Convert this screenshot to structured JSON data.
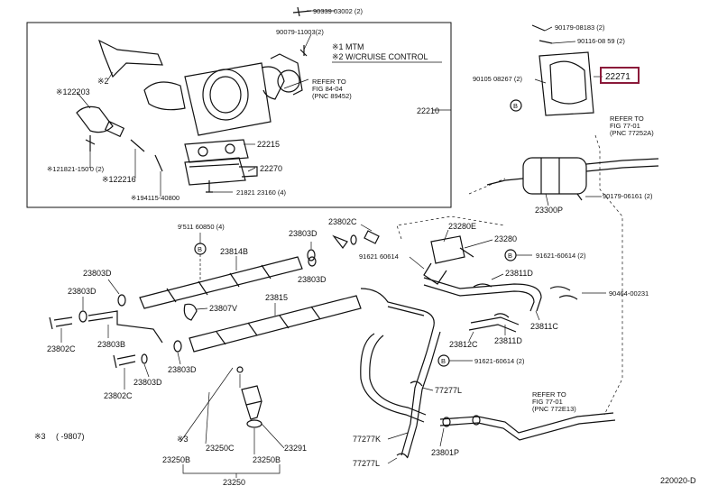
{
  "legend": {
    "note1": "※1 MTM",
    "note2": "※2 W/CRUISE CONTROL",
    "note3_prefix": "※3",
    "note3_range": "( -9807)"
  },
  "refs": {
    "ref1": [
      "REFER TO",
      "FIG 84-04",
      "(PNC 89452)"
    ],
    "ref2": [
      "REFER TO",
      "FIG 77-01",
      "(PNC 77252A)"
    ],
    "ref3": [
      "REFER TO",
      "FIG 77-01",
      "(PNC 772E13)"
    ]
  },
  "callouts": {
    "c90339": "90339 03002 (2)",
    "c90079": "90079-11003(2)",
    "c2": "※2",
    "c122203": "※122203",
    "c22210": "22210",
    "c22215": "22215",
    "c22270": "22270",
    "c121821": "※121821-150'0 (2)",
    "c122216": "※122216",
    "c194115": "※194115-40800",
    "c21821": "21821 23160 (4)",
    "c90179a": "90179-08183 (2)",
    "c90116": "90116-08 59 (2)",
    "c22271": "22271",
    "c90105": "90105 08267 (2)",
    "c90179b": "90179-06161 (2)",
    "c23300p": "23300P",
    "c9511": "9'511 60850 (4)",
    "c23814b": "23814B",
    "c23803d_a": "23803D",
    "c23802c_a": "23802C",
    "c23280e": "23280E",
    "c23280": "23280",
    "c91621a": "91621 60614",
    "c91621b": "91621-60614 (2)",
    "c23811d": "23811D",
    "c90464": "90464-00231",
    "c23803d_b": "23803D",
    "c23803d_c": "23803D",
    "c23803d_d": "23803D",
    "c23815": "23815",
    "c23807v": "23807V",
    "c23802c_b": "23802C",
    "c23803b": "23803B",
    "c23802c_c": "23802C",
    "c23803d_e": "23803D",
    "c23803d_f": "23803D",
    "c23812c": "23812C",
    "c23811d_b": "23811D",
    "c23811c": "23811C",
    "c91621c": "91621-60614 (2)",
    "c77277l_a": "77277L",
    "c77277k": "77277K",
    "c77277l_b": "77277L",
    "c23801p": "23801P",
    "c23250c": "23250C",
    "c23250b_a": "23250B",
    "c23250b_b": "23250B",
    "c23291": "23291",
    "c23250": "23250",
    "c3": "※3"
  },
  "highlight_color": "#8b1a3a",
  "footer": {
    "code": "220020-D"
  }
}
